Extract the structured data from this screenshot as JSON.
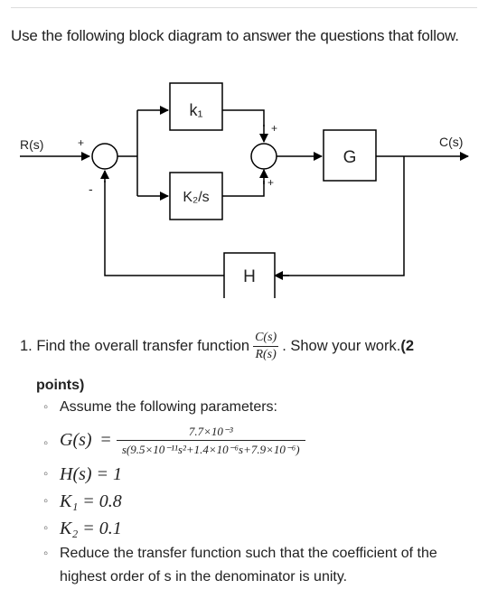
{
  "intro": "Use the following block diagram to answer the questions that follow.",
  "diagram": {
    "input_label": "R(s)",
    "output_label": "C(s)",
    "block_k1": "k₁",
    "block_k2": "K₂/s",
    "block_g": "G",
    "block_h": "H",
    "sign_plus": "+",
    "sign_minus": "-"
  },
  "question": {
    "prefix": "1. Find the overall transfer function",
    "frac_num": "C(s)",
    "frac_den": "R(s)",
    "suffix": ". Show your work. ",
    "points_open": "(2",
    "points_close": "points)"
  },
  "params": {
    "assume": "Assume the following parameters:",
    "g_lhs": "G(s)",
    "equals": "=",
    "g_num": "7.7×10⁻³",
    "g_den": "s(9.5×10⁻¹¹s²+1.4×10⁻⁶s+7.9×10⁻⁶)",
    "h": "H(s) = 1",
    "k1": "K₁ = 0.8",
    "k2": "K₂ = 0.1",
    "reduce": "Reduce the transfer function such that the coefficient of the highest order of s in the denominator is unity."
  }
}
